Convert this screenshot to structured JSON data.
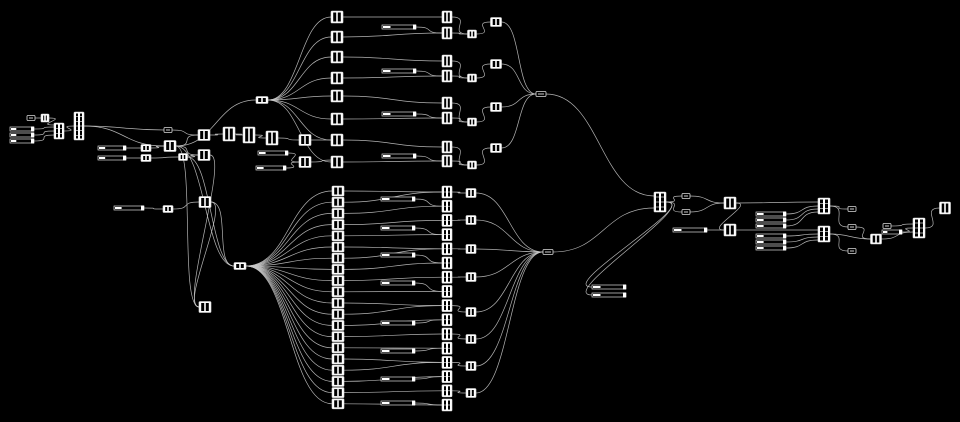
{
  "canvas": {
    "background": "#000000",
    "wire_color": "#c8c8c8",
    "node_fill": "#ffffff",
    "node_stroke": "#dcdcdc"
  },
  "graph": {
    "description_text": "",
    "node_kinds": [
      "component",
      "slider",
      "panel",
      "param"
    ],
    "groups": [
      "input-cluster",
      "left-processing",
      "upper-branch",
      "lower-branch",
      "upper-merge",
      "lower-merge",
      "right-output"
    ]
  }
}
